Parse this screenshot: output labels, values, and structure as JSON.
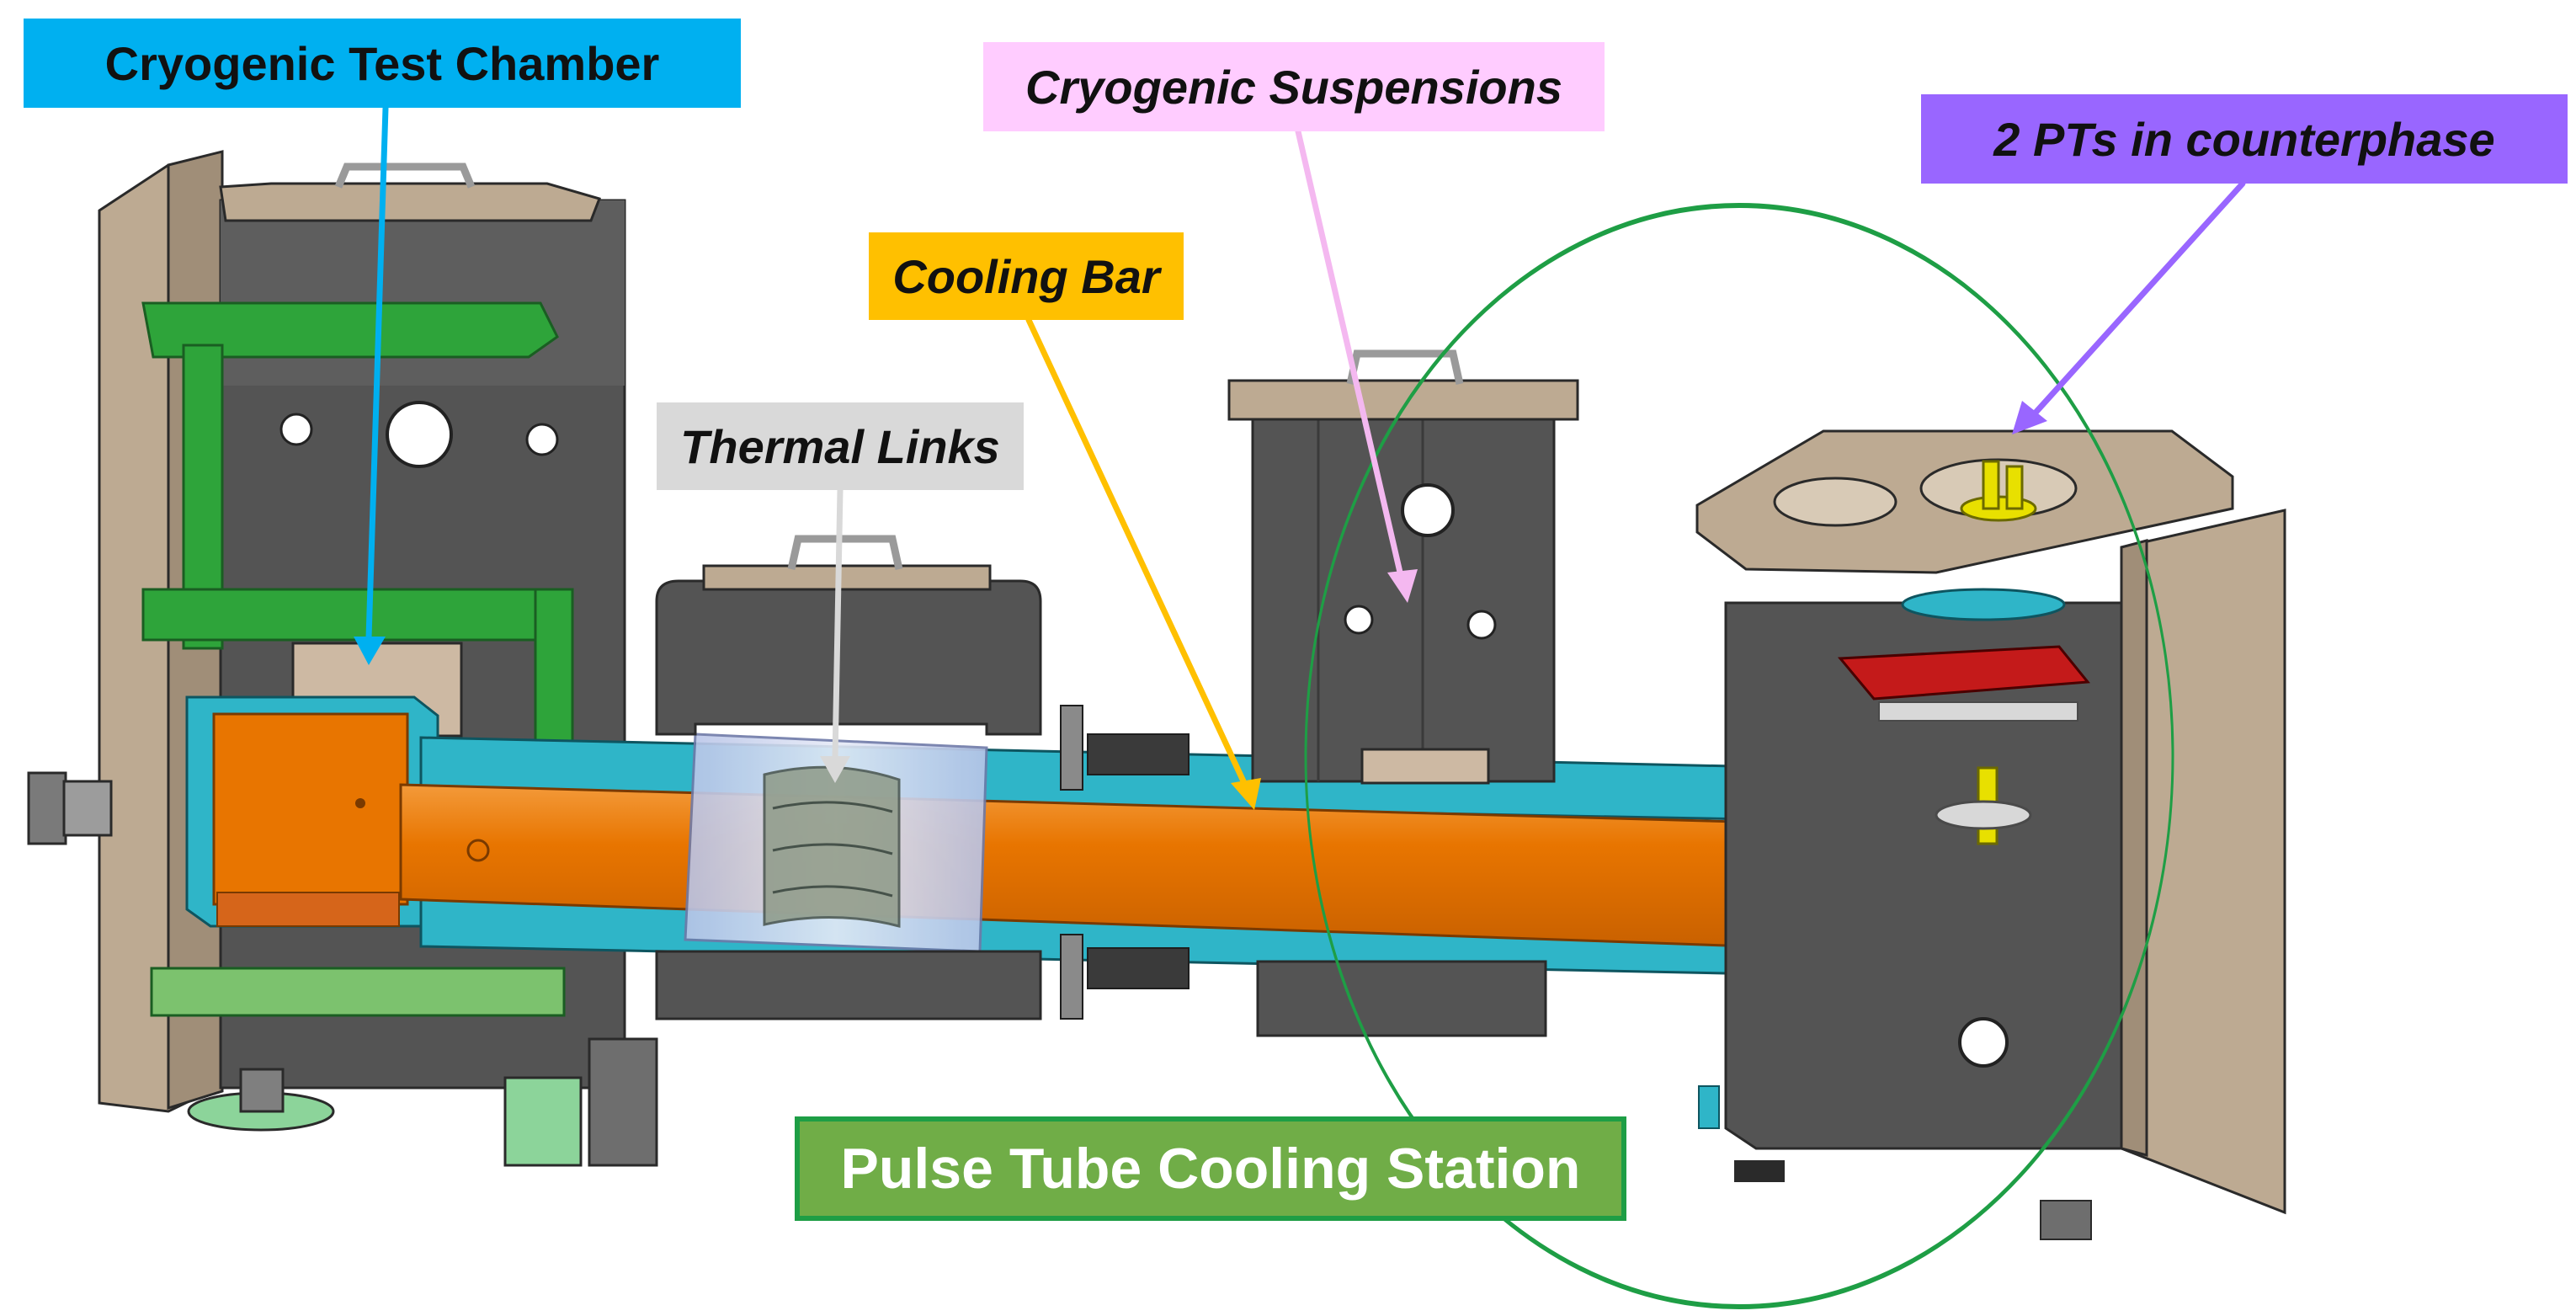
{
  "labels": {
    "test_chamber": "Cryogenic Test Chamber",
    "suspensions": "Cryogenic Suspensions",
    "pulse_tubes": "2 PTs in counterphase",
    "cooling_bar": "Cooling Bar",
    "thermal_links": "Thermal Links",
    "cooling_station": "Pulse Tube Cooling Station"
  },
  "colors": {
    "test_chamber_label": "#00B0F0",
    "suspensions_label": "#FFCCFF",
    "pulse_tubes_label": "#9966FF",
    "cooling_bar_label": "#FFC000",
    "thermal_links_label": "#D9D9D9",
    "cooling_station_label": "#70AD47",
    "station_outline": "#1E9E45",
    "cooling_bar": "#E87500",
    "shield": "#2FB5C8",
    "frame": "#4A4A4A",
    "lid": "#BDAA92",
    "support": "#2EA43A"
  }
}
